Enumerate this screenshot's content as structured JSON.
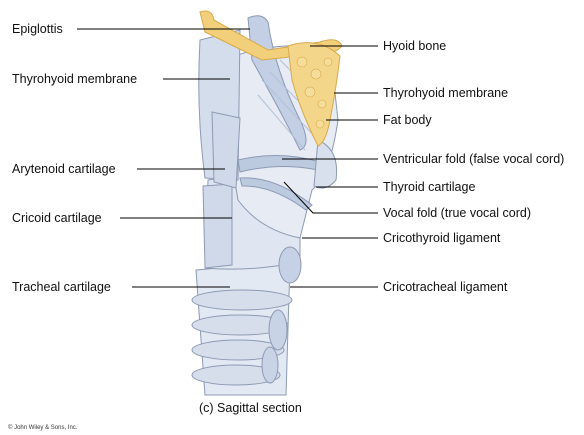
{
  "figure": {
    "caption": "(c) Sagittal section",
    "copyright": "© John Wiley & Sons, Inc.",
    "colors": {
      "cartilage": "#dce4f0",
      "cartilage_shade": "#b7c4da",
      "outline": "#8d9ab3",
      "fat": "#f2cf7a",
      "fat_outline": "#d8a94a",
      "leader_line": "#000000"
    },
    "labels_left": [
      {
        "id": "epiglottis",
        "text": "Epiglottis"
      },
      {
        "id": "thyrohyoid-membrane-left",
        "text": "Thyrohyoid membrane"
      },
      {
        "id": "arytenoid-cartilage",
        "text": "Arytenoid cartilage"
      },
      {
        "id": "cricoid-cartilage",
        "text": "Cricoid cartilage"
      },
      {
        "id": "tracheal-cartilage",
        "text": "Tracheal cartilage"
      }
    ],
    "labels_right": [
      {
        "id": "hyoid-bone",
        "text": "Hyoid bone"
      },
      {
        "id": "thyrohyoid-membrane-right",
        "text": "Thyrohyoid membrane"
      },
      {
        "id": "fat-body",
        "text": "Fat body"
      },
      {
        "id": "ventricular-fold",
        "text": "Ventricular fold (false vocal cord)"
      },
      {
        "id": "thyroid-cartilage",
        "text": "Thyroid cartilage"
      },
      {
        "id": "vocal-fold",
        "text": "Vocal fold (true vocal cord)"
      },
      {
        "id": "cricothyroid-ligament",
        "text": "Cricothyroid ligament"
      },
      {
        "id": "cricotracheal-ligament",
        "text": "Cricotracheal ligament"
      }
    ]
  }
}
